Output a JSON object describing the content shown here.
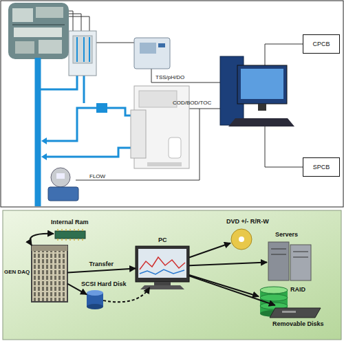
{
  "diagram": {
    "nodes": [
      {
        "text": [
          "CPCB"
        ]
      },
      {
        "text": [
          "SPCB"
        ]
      },
      {
        "text": [
          "Internal Ram"
        ]
      },
      {
        "text": [
          "GEN DAQ"
        ]
      },
      {
        "text": [
          "SCSI Hard Disk"
        ]
      },
      {
        "text": [
          "PC"
        ]
      },
      {
        "text": [
          "DVD +/- R/R-W"
        ]
      },
      {
        "text": [
          "Servers"
        ]
      },
      {
        "text": [
          "RAID"
        ]
      },
      {
        "text": [
          "Removable Disks"
        ]
      }
    ],
    "edges": [
      {
        "from": 3,
        "to": 2,
        "arrow": "both"
      },
      {
        "from": 3,
        "to": 5,
        "label": "Transfer",
        "arrow": "to"
      },
      {
        "from": 3,
        "to": 4,
        "arrow": "to"
      },
      {
        "from": 4,
        "to": 5,
        "arrow": "to"
      },
      {
        "from": 5,
        "to": 6,
        "arrow": "to"
      },
      {
        "from": 5,
        "to": 7,
        "arrow": "to"
      },
      {
        "from": 5,
        "to": 8,
        "arrow": "to"
      },
      {
        "from": 5,
        "to": 9,
        "arrow": "to"
      }
    ],
    "labels": [
      "TSS/pH/DO",
      "COD/BOD/TOC",
      "FLOW"
    ]
  }
}
